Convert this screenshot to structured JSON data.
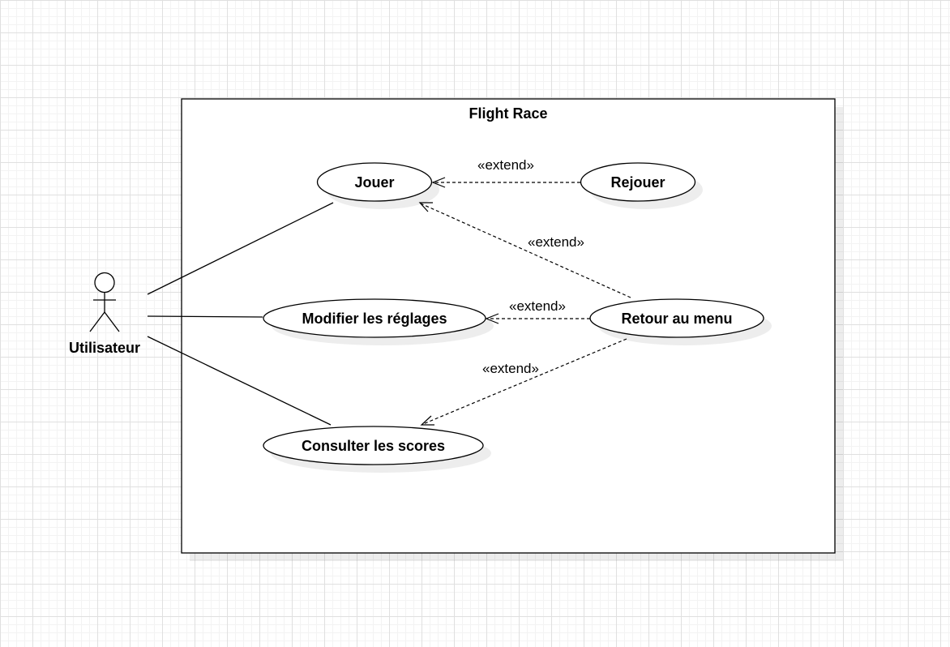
{
  "diagram": {
    "system": {
      "title": "Flight Race"
    },
    "actor": {
      "label": "Utilisateur"
    },
    "use_cases": {
      "jouer": "Jouer",
      "rejouer": "Rejouer",
      "modifier": "Modifier les réglages",
      "retour": "Retour au menu",
      "consulter": "Consulter les scores"
    },
    "relations": {
      "rejouer_jouer": "«extend»",
      "retour_jouer": "«extend»",
      "retour_modifier": "«extend»",
      "retour_consulter": "«extend»"
    }
  }
}
